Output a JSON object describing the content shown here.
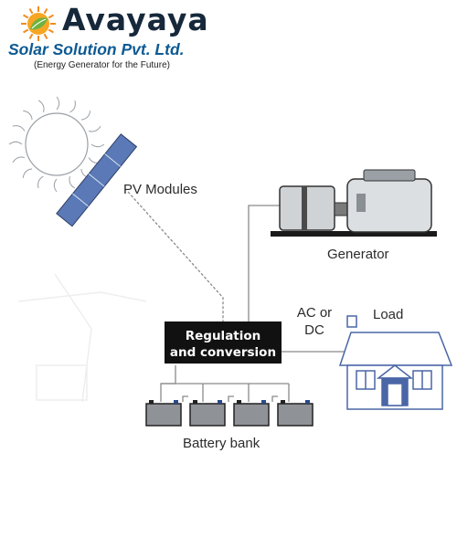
{
  "header": {
    "brand_name": "Avayaya",
    "brand_subtitle": "Solar Solution Pvt. Ltd.",
    "tagline": "(Energy Generator for the Future)",
    "logo": "sun-leaf-logo"
  },
  "diagram": {
    "pv_label": "PV Modules",
    "generator_label": "Generator",
    "regulation_line1": "Regulation",
    "regulation_line2": "and conversion",
    "acdc_line1": "AC or",
    "acdc_line2": "DC",
    "load_label": "Load",
    "battery_label": "Battery bank",
    "battery_count": 4
  },
  "colors": {
    "panel_blue": "#5a79b6",
    "house_blue": "#4a66a6",
    "block_black": "#111111",
    "sun_outline": "#9aa0a6",
    "logo_orange": "#f28c1e",
    "logo_green": "#6db33f",
    "brand_dark": "#16283a",
    "brand_blue": "#0d5a94"
  }
}
